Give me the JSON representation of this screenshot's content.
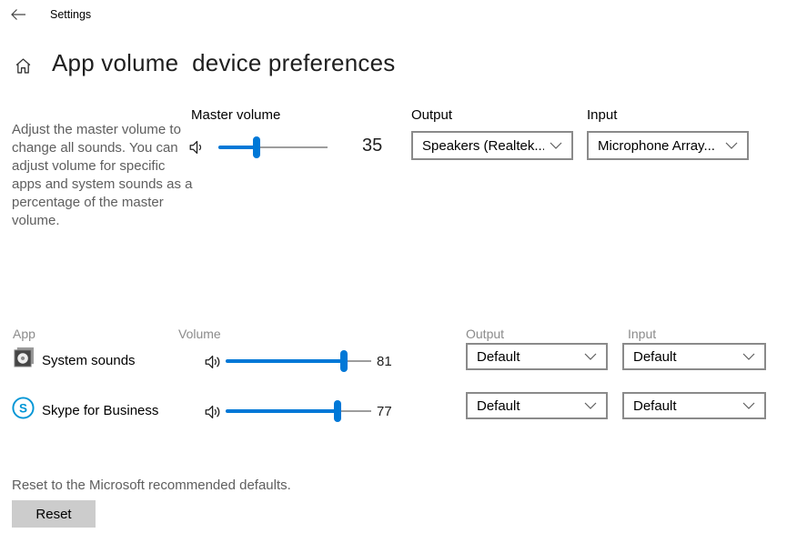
{
  "titlebar": {
    "back_icon": "back-arrow",
    "title": "Settings"
  },
  "header": {
    "home_icon": "home",
    "title": "App volume  device preferences"
  },
  "description": "Adjust the master volume to change all sounds. You can adjust volume for specific apps and system sounds as a percentage of the master volume.",
  "master": {
    "label": "Master volume",
    "volume_icon": "speaker-low",
    "value": 35,
    "value_label": "35"
  },
  "output_section": {
    "label": "Output",
    "selected": "Speakers (Realtek..."
  },
  "input_section": {
    "label": "Input",
    "selected": "Microphone Array..."
  },
  "table": {
    "headers": {
      "app": "App",
      "volume": "Volume",
      "output": "Output",
      "input": "Input"
    },
    "rows": [
      {
        "icon": "system-sounds",
        "app": "System sounds",
        "volume_icon": "speaker-high",
        "value": 81,
        "value_label": "81",
        "output": "Default",
        "input": "Default"
      },
      {
        "icon": "skype-for-business",
        "app": "Skype for Business",
        "volume_icon": "speaker-high",
        "value": 77,
        "value_label": "77",
        "output": "Default",
        "input": "Default"
      }
    ]
  },
  "footer": {
    "reset_text": "Reset to the Microsoft recommended defaults.",
    "reset_button": "Reset"
  },
  "colors": {
    "accent": "#0078d7",
    "track_gray": "#9d9d9d",
    "combo_border": "#8a8a8a",
    "button_gray": "#cccccc",
    "text_gray": "#5e5e5e",
    "header_gray": "#8b8b8b",
    "skype_blue": "#0096d6"
  }
}
